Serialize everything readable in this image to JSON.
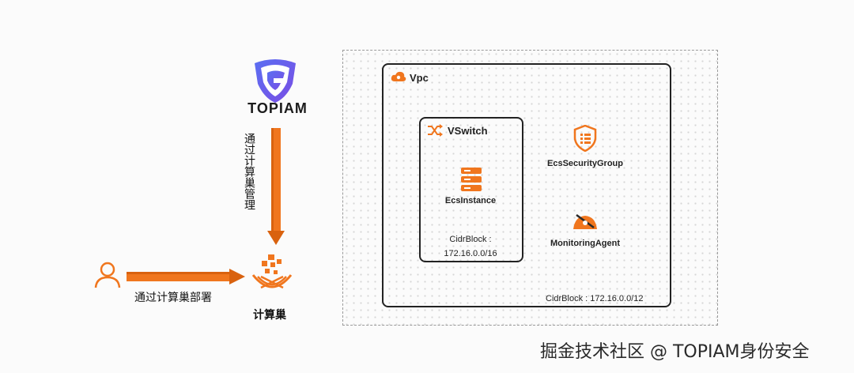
{
  "left": {
    "brand": "TOPIAM",
    "manage_label": "通过计算巢管理",
    "deploy_label": "通过计算巢部署",
    "compute_nest_label": "计算巢"
  },
  "right": {
    "vpc_label": "Vpc",
    "vswitch_label": "VSwitch",
    "ecs_label": "EcsInstance",
    "vswitch_cidr_label": "CidrBlock :",
    "vswitch_cidr_value": "172.16.0.0/16",
    "security_group_label": "EcsSecurityGroup",
    "monitoring_label": "MonitoringAgent",
    "vpc_cidr": "CidrBlock : 172.16.0.0/12"
  },
  "watermark": "掘金技术社区 @ TOPIAM身份安全",
  "icons": {
    "brand_logo": "topiam-shield-logo",
    "user": "user-icon",
    "compute_nest": "compute-nest-icon",
    "vpc": "cloud-icon",
    "vswitch": "switch-icon",
    "ecs": "server-stack-icon",
    "security_group": "shield-list-icon",
    "monitoring": "monitoring-agent-icon"
  },
  "colors": {
    "accent": "#f0761e",
    "accent_dark": "#d9620f",
    "logo_blue": "#3d5be8",
    "logo_purple": "#7b4de4",
    "box_border": "#222222"
  }
}
